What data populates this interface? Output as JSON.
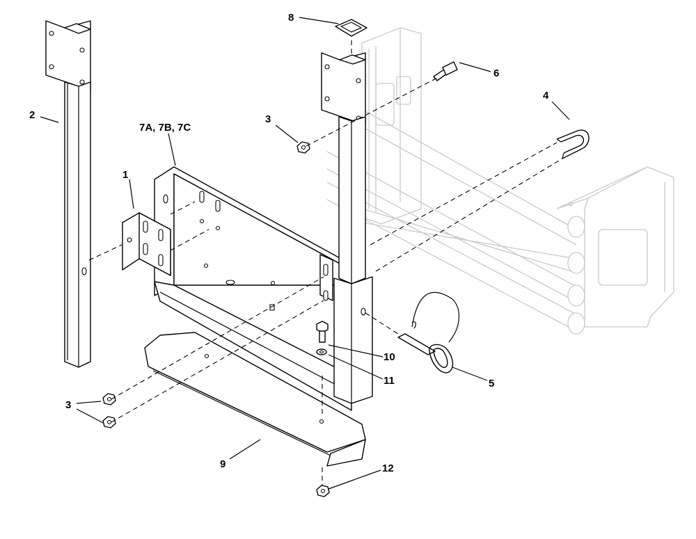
{
  "callouts": {
    "c1": "1",
    "c2": "2",
    "c3_top": "3",
    "c3_bottom": "3",
    "c4": "4",
    "c5": "5",
    "c6": "6",
    "c7": "7A, 7B, 7C",
    "c8": "8",
    "c9": "9",
    "c10": "10",
    "c11": "11",
    "c12": "12"
  }
}
